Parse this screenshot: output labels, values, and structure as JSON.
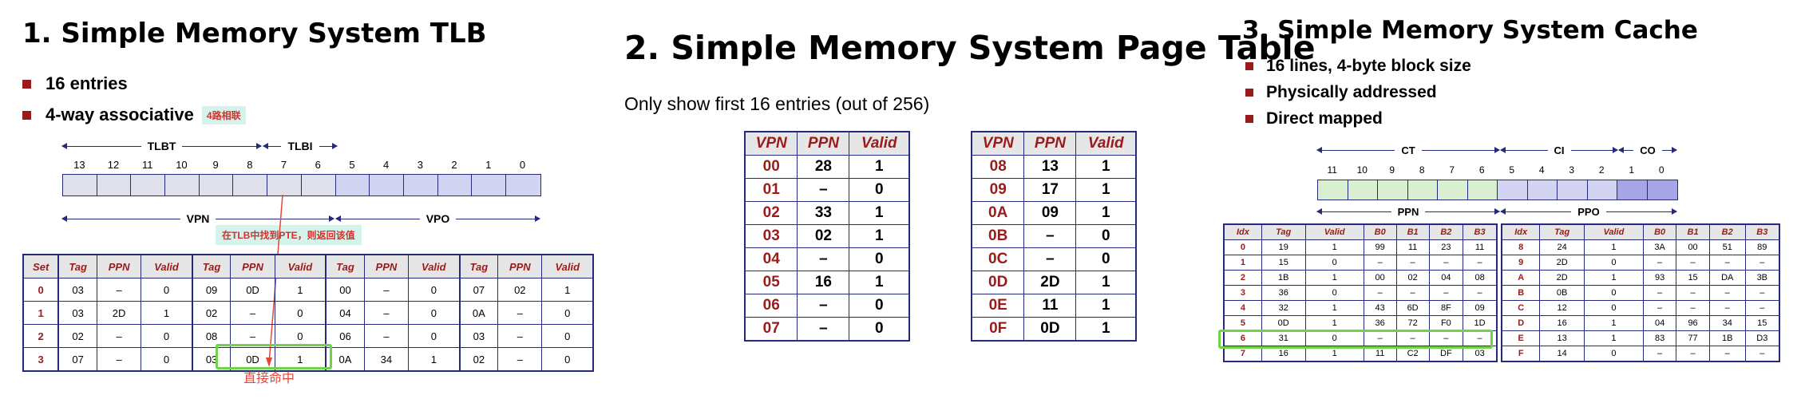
{
  "tlb_section": {
    "title": "1. Simple Memory System TLB",
    "bullets": [
      "16 entries",
      "4-way associative"
    ],
    "assoc_tag": "4路相联",
    "bit_numbers": [
      "13",
      "12",
      "11",
      "10",
      "9",
      "8",
      "7",
      "6",
      "5",
      "4",
      "3",
      "2",
      "1",
      "0"
    ],
    "field_tlbt": "TLBT",
    "field_tlbi": "TLBI",
    "field_vpn": "VPN",
    "field_vpo": "VPO",
    "note_found": "在TLB中找到PTE，则返回该值",
    "note_hit": "直接命中",
    "headers": [
      "Set",
      "Tag",
      "PPN",
      "Valid",
      "Tag",
      "PPN",
      "Valid",
      "Tag",
      "PPN",
      "Valid",
      "Tag",
      "PPN",
      "Valid"
    ],
    "rows": [
      [
        "0",
        "03",
        "–",
        "0",
        "09",
        "0D",
        "1",
        "00",
        "–",
        "0",
        "07",
        "02",
        "1"
      ],
      [
        "1",
        "03",
        "2D",
        "1",
        "02",
        "–",
        "0",
        "04",
        "–",
        "0",
        "0A",
        "–",
        "0"
      ],
      [
        "2",
        "02",
        "–",
        "0",
        "08",
        "–",
        "0",
        "06",
        "–",
        "0",
        "03",
        "–",
        "0"
      ],
      [
        "3",
        "07",
        "–",
        "0",
        "03",
        "0D",
        "1",
        "0A",
        "34",
        "1",
        "02",
        "–",
        "0"
      ]
    ]
  },
  "pt_section": {
    "title": "2. Simple Memory System Page Table",
    "subtitle": "Only show first 16 entries (out of 256)",
    "headers": [
      "VPN",
      "PPN",
      "Valid"
    ],
    "left_rows": [
      [
        "00",
        "28",
        "1"
      ],
      [
        "01",
        "–",
        "0"
      ],
      [
        "02",
        "33",
        "1"
      ],
      [
        "03",
        "02",
        "1"
      ],
      [
        "04",
        "–",
        "0"
      ],
      [
        "05",
        "16",
        "1"
      ],
      [
        "06",
        "–",
        "0"
      ],
      [
        "07",
        "–",
        "0"
      ]
    ],
    "right_rows": [
      [
        "08",
        "13",
        "1"
      ],
      [
        "09",
        "17",
        "1"
      ],
      [
        "0A",
        "09",
        "1"
      ],
      [
        "0B",
        "–",
        "0"
      ],
      [
        "0C",
        "–",
        "0"
      ],
      [
        "0D",
        "2D",
        "1"
      ],
      [
        "0E",
        "11",
        "1"
      ],
      [
        "0F",
        "0D",
        "1"
      ]
    ]
  },
  "cache_section": {
    "title": "3. Simple Memory System Cache",
    "bullets": [
      "16 lines, 4-byte block size",
      "Physically addressed",
      "Direct mapped"
    ],
    "bit_numbers": [
      "11",
      "10",
      "9",
      "8",
      "7",
      "6",
      "5",
      "4",
      "3",
      "2",
      "1",
      "0"
    ],
    "field_ct": "CT",
    "field_ci": "CI",
    "field_co": "CO",
    "field_ppn": "PPN",
    "field_ppo": "PPO",
    "headers": [
      "Idx",
      "Tag",
      "Valid",
      "B0",
      "B1",
      "B2",
      "B3"
    ],
    "left_rows": [
      [
        "0",
        "19",
        "1",
        "99",
        "11",
        "23",
        "11"
      ],
      [
        "1",
        "15",
        "0",
        "–",
        "–",
        "–",
        "–"
      ],
      [
        "2",
        "1B",
        "1",
        "00",
        "02",
        "04",
        "08"
      ],
      [
        "3",
        "36",
        "0",
        "–",
        "–",
        "–",
        "–"
      ],
      [
        "4",
        "32",
        "1",
        "43",
        "6D",
        "8F",
        "09"
      ],
      [
        "5",
        "0D",
        "1",
        "36",
        "72",
        "F0",
        "1D"
      ],
      [
        "6",
        "31",
        "0",
        "–",
        "–",
        "–",
        "–"
      ],
      [
        "7",
        "16",
        "1",
        "11",
        "C2",
        "DF",
        "03"
      ]
    ],
    "right_rows": [
      [
        "8",
        "24",
        "1",
        "3A",
        "00",
        "51",
        "89"
      ],
      [
        "9",
        "2D",
        "0",
        "–",
        "–",
        "–",
        "–"
      ],
      [
        "A",
        "2D",
        "1",
        "93",
        "15",
        "DA",
        "3B"
      ],
      [
        "B",
        "0B",
        "0",
        "–",
        "–",
        "–",
        "–"
      ],
      [
        "C",
        "12",
        "0",
        "–",
        "–",
        "–",
        "–"
      ],
      [
        "D",
        "16",
        "1",
        "04",
        "96",
        "34",
        "15"
      ],
      [
        "E",
        "13",
        "1",
        "83",
        "77",
        "1B",
        "D3"
      ],
      [
        "F",
        "14",
        "0",
        "–",
        "–",
        "–",
        "–"
      ]
    ]
  },
  "colors": {
    "bullet": "#9a1b1b",
    "border": "#27297a",
    "highlight": "#6fd34a",
    "note_bg": "#d4f3ec",
    "note_text": "#d2322d",
    "vpn_cells": "#dfe0ea",
    "vpo_cells": "#d3d3f2",
    "ct_cells": "#d9f0d0",
    "ci_cells": "#d3d3f2",
    "co_cells": "#a6a6e6"
  }
}
